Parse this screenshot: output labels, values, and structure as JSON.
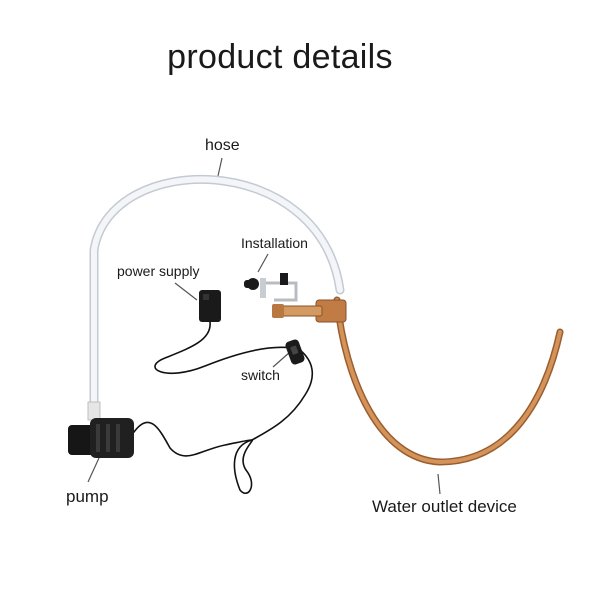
{
  "title": "product details",
  "labels": {
    "hose": "hose",
    "installation": "Installation",
    "power_supply": "power supply",
    "switch": "switch",
    "pump": "pump",
    "water_outlet": "Water outlet device"
  },
  "colors": {
    "hose": "#eef2f6",
    "hose_outline": "#c8d0d8",
    "copper": "#c8864e",
    "copper_dark": "#9a5e2e",
    "cable": "#111111",
    "leader": "#555555"
  }
}
